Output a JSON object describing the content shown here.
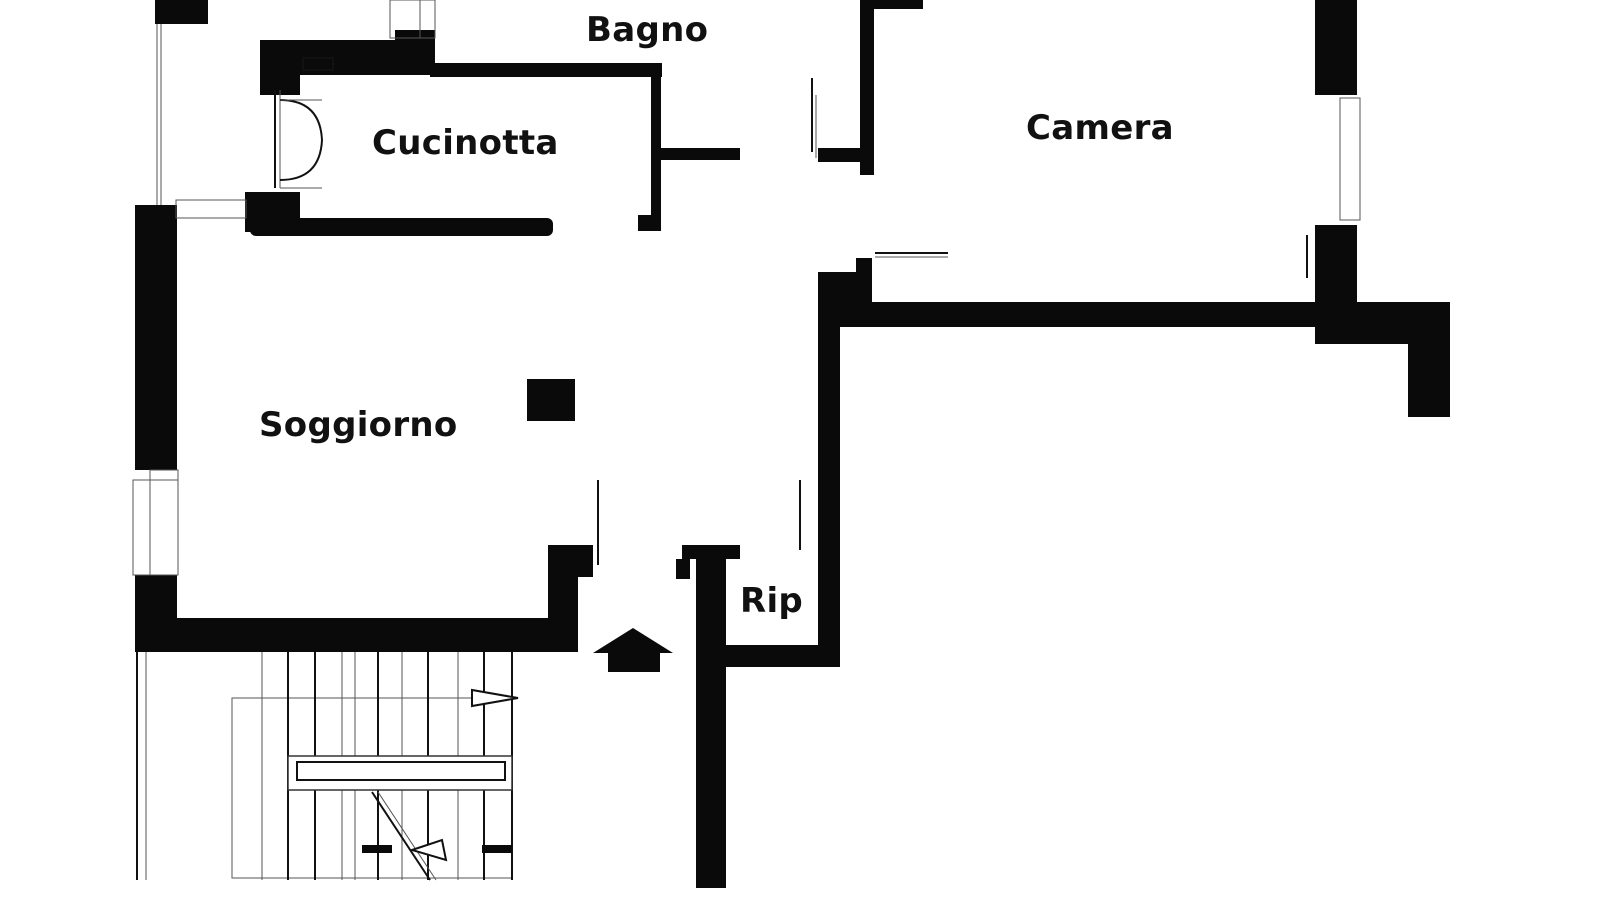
{
  "floor_plan": {
    "rooms": [
      {
        "id": "bagno",
        "label": "Bagno"
      },
      {
        "id": "cucinotta",
        "label": "Cucinotta"
      },
      {
        "id": "camera",
        "label": "Camera"
      },
      {
        "id": "soggiorno",
        "label": "Soggiorno"
      },
      {
        "id": "rip",
        "label": "Rip"
      }
    ],
    "symbols": [
      "entrance-arrow",
      "staircase",
      "column"
    ],
    "colors": {
      "wall": "#0a0a0a",
      "background": "#ffffff"
    }
  }
}
